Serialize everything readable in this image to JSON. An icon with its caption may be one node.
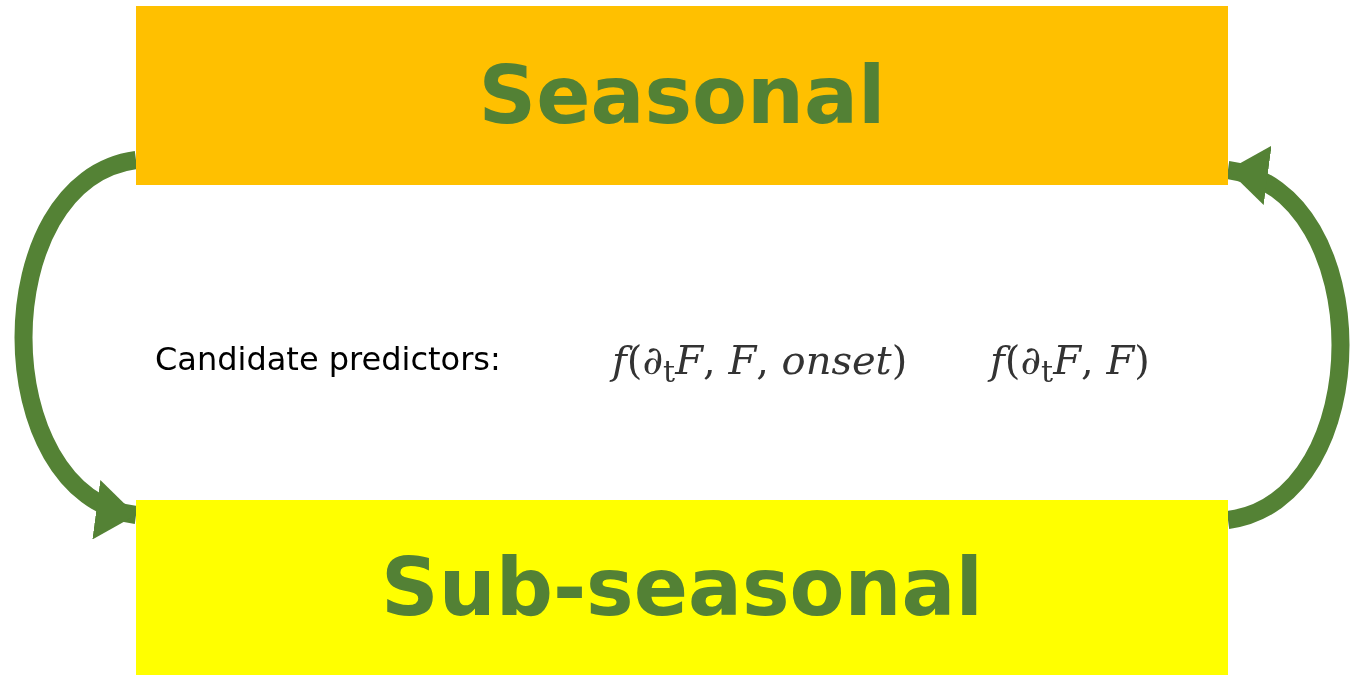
{
  "diagram": {
    "nodes": [
      {
        "text": [
          "Seasonal"
        ]
      },
      {
        "text": [
          "Sub-seasonal"
        ]
      }
    ],
    "edges": [
      {
        "from": 0,
        "to": 1,
        "arrow": "to"
      },
      {
        "from": 1,
        "to": 0,
        "arrow": "to"
      }
    ],
    "labels": [
      "Candidate predictors:",
      "*f*(∂$_{t}$*F*, *F*, *onset*)",
      "*f*(∂$_{t}$*F*, *F*)"
    ]
  }
}
